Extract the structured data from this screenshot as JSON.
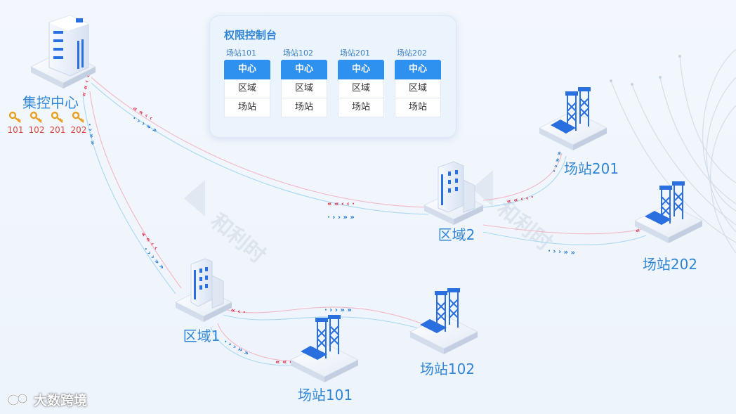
{
  "nodes": {
    "center": {
      "label": "集控中心"
    },
    "region1": {
      "label": "区域1"
    },
    "region2": {
      "label": "区域2"
    },
    "station101": {
      "label": "场站101"
    },
    "station102": {
      "label": "场站102"
    },
    "station201": {
      "label": "场站201"
    },
    "station202": {
      "label": "场站202"
    }
  },
  "keys": [
    {
      "label": "101"
    },
    {
      "label": "102"
    },
    {
      "label": "201"
    },
    {
      "label": "202"
    }
  ],
  "panel": {
    "title": "权限控制台",
    "columns": [
      {
        "header": "场站101",
        "options": [
          "中心",
          "区域",
          "场站"
        ],
        "active": 0
      },
      {
        "header": "场站102",
        "options": [
          "中心",
          "区域",
          "场站"
        ],
        "active": 0
      },
      {
        "header": "场站201",
        "options": [
          "中心",
          "区域",
          "场站"
        ],
        "active": 0
      },
      {
        "header": "场站202",
        "options": [
          "中心",
          "区域",
          "场站"
        ],
        "active": 0
      }
    ]
  },
  "watermarks": {
    "faint": "和利时",
    "logo": "大数跨境"
  },
  "colors": {
    "building": "#2a6fe0",
    "label": "#2f86d6",
    "arrow_up": "#e03050",
    "arrow_down": "#1e78d0",
    "key": "#e8a020",
    "active_option": "#2e91f0"
  }
}
